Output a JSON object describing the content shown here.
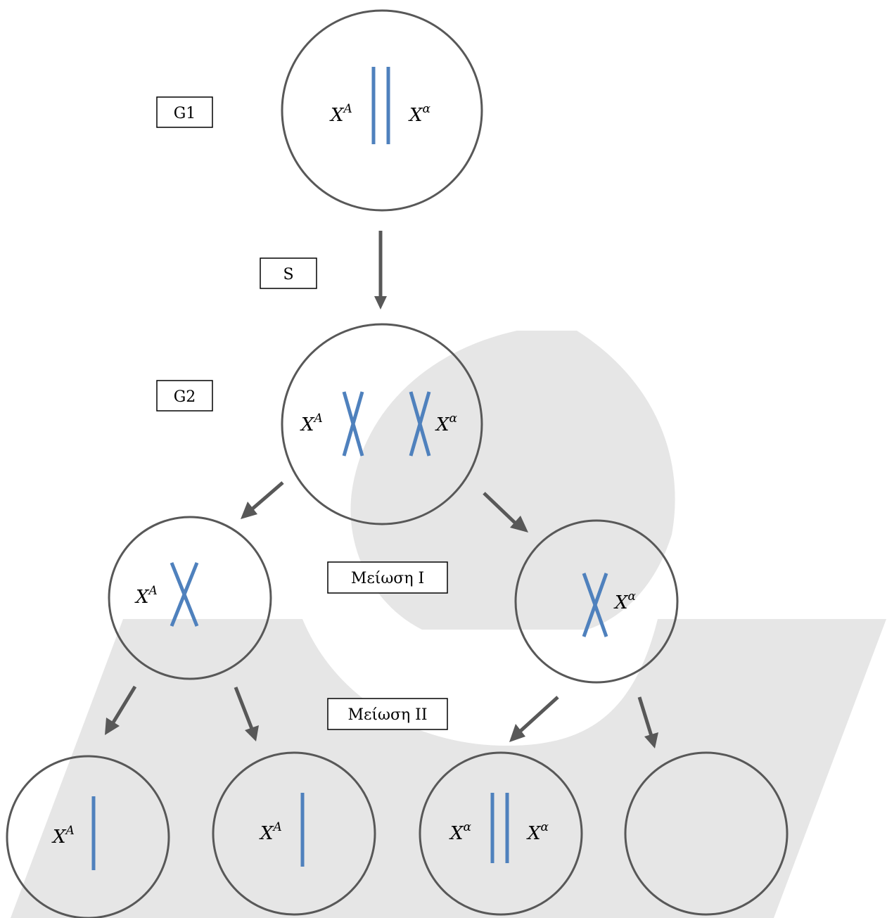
{
  "phase_labels": {
    "g1": "G1",
    "s": "S",
    "g2": "G2",
    "meiosis1": "Μείωση I",
    "meiosis2": "Μείωση II"
  },
  "alleles": {
    "base": "X",
    "dominant": "A",
    "recessive": "α"
  },
  "colors": {
    "chromosome": "#4f81bd",
    "cell_outline": "#585858",
    "arrow": "#585858",
    "watermark": "#e6e6e6"
  }
}
